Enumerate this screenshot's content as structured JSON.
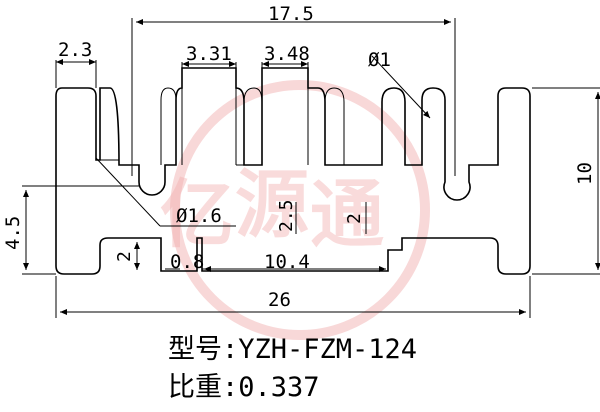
{
  "drawing": {
    "dimensions": {
      "overall_width": "26",
      "top_span": "17.5",
      "left_wall": "2.3",
      "slot_1": "3.31",
      "slot_2": "3.48",
      "fin_radius": "Ø1",
      "height": "10",
      "base_left": "4.5",
      "groove_depth": "2",
      "groove_gap": "0.8",
      "bottom_channel": "10.4",
      "channel_height": "2.5",
      "step_height": "2",
      "root_radius": "Ø1.6"
    },
    "watermark_colors": {
      "stroke": "#f2b8b8",
      "text": "#f2b0b0"
    }
  },
  "info": {
    "model": "型号:YZH-FZM-124",
    "weight": "比重:0.337"
  }
}
